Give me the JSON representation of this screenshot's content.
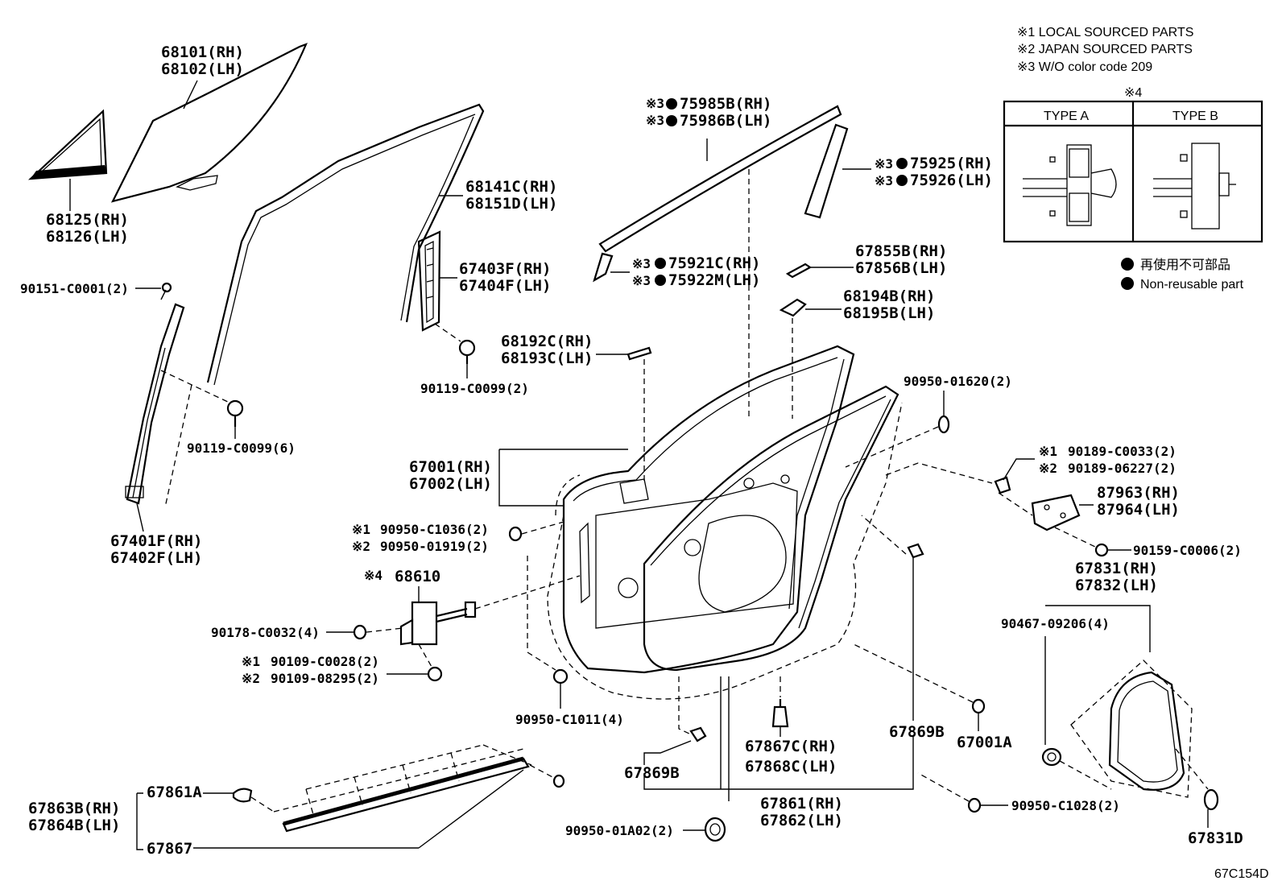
{
  "notes": {
    "n1": "※1 LOCAL SOURCED PARTS",
    "n2": "※2 JAPAN SOURCED PARTS",
    "n3": "※3 W/O color code 209",
    "n4": "※4"
  },
  "type_table": {
    "type_a": "TYPE A",
    "type_b": "TYPE B"
  },
  "legend": {
    "jp": "再使用不可部品",
    "en": "Non-reusable part"
  },
  "figure_code": "67C154D",
  "callouts": {
    "c68101": "68101(RH)",
    "c68102": "68102(LH)",
    "c68125": "68125(RH)",
    "c68126": "68126(LH)",
    "c90151": "90151-C0001(2)",
    "c68141": "68141C(RH)",
    "c68151": "68151D(LH)",
    "c67403": "67403F(RH)",
    "c67404": "67404F(LH)",
    "c90119a": "90119-C0099(2)",
    "c90119b": "90119-C0099(6)",
    "c67401": "67401F(RH)",
    "c67402": "67402F(LH)",
    "c75985": "75985B(RH)",
    "c75986": "75986B(LH)",
    "c75921": "75921C(RH)",
    "c75922": "75922M(LH)",
    "c68192": "68192C(RH)",
    "c68193": "68193C(LH)",
    "c75925": "75925(RH)",
    "c75926": "75926(LH)",
    "c67855": "67855B(RH)",
    "c67856": "67856B(LH)",
    "c68194": "68194B(RH)",
    "c68195": "68195B(LH)",
    "c90950_01620": "90950-01620(2)",
    "c67001": "67001(RH)",
    "c67002": "67002(LH)",
    "c90950_c1036": "90950-C1036(2)",
    "c90950_01919": "90950-01919(2)",
    "c68610": "68610",
    "c90178": "90178-C0032(4)",
    "c90109_c0028": "90109-C0028(2)",
    "c90109_08295": "90109-08295(2)",
    "c90950_c1011": "90950-C1011(4)",
    "c90189_c0033": "90189-C0033(2)",
    "c90189_06227": "90189-06227(2)",
    "c87963": "87963(RH)",
    "c87964": "87964(LH)",
    "c90159": "90159-C0006(2)",
    "c67831": "67831(RH)",
    "c67832": "67832(LH)",
    "c90467": "90467-09206(4)",
    "c67869a": "67869B",
    "c67869b": "67869B",
    "c67001a": "67001A",
    "c67867c": "67867C(RH)",
    "c67868c": "67868C(LH)",
    "c67861": "67861(RH)",
    "c67862": "67862(LH)",
    "c90950_c1028": "90950-C1028(2)",
    "c67831d": "67831D",
    "c90950_01a02": "90950-01A02(2)",
    "c67863": "67863B(RH)",
    "c67864": "67864B(LH)",
    "c67861a": "67861A",
    "c67867": "67867"
  },
  "marks": {
    "s1": "※1",
    "s2": "※2",
    "s3": "※3",
    "s4": "※4"
  }
}
